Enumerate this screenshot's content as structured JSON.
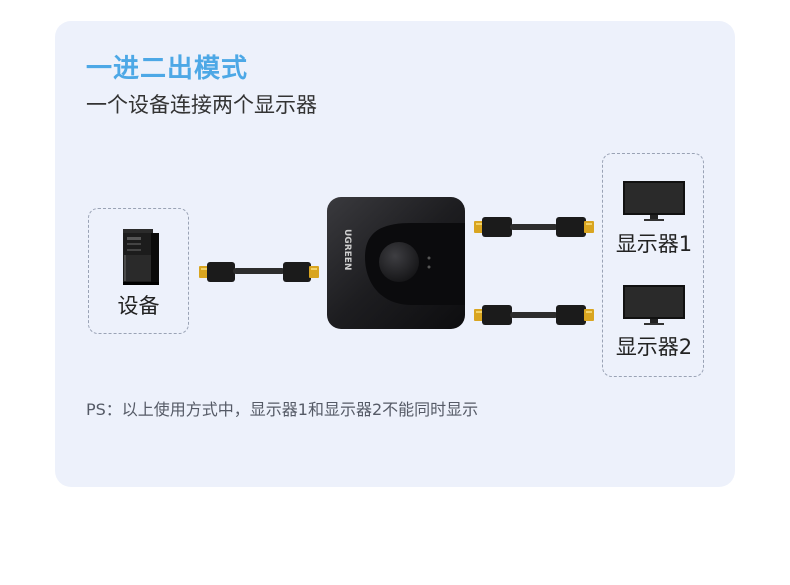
{
  "title": "一进二出模式",
  "subtitle": "一个设备连接两个显示器",
  "source": {
    "label": "设备",
    "icon": "pc-tower-icon"
  },
  "switch_device": {
    "brand": "UGREEN",
    "icon": "hdmi-switch-icon"
  },
  "outputs": [
    {
      "label": "显示器1",
      "icon": "monitor-icon"
    },
    {
      "label": "显示器2",
      "icon": "monitor-icon"
    }
  ],
  "note": "PS：以上使用方式中，显示器1和显示器2不能同时显示",
  "colors": {
    "title": "#4da8e6",
    "card_background": "#edf1fb",
    "text": "#333333"
  }
}
